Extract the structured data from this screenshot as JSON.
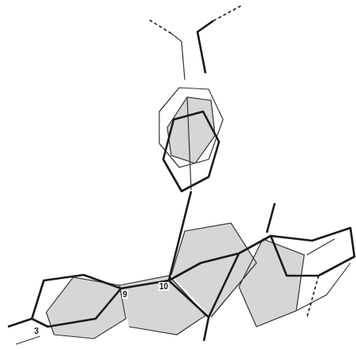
{
  "diagram": {
    "labels": [
      "10",
      "9",
      "3"
    ]
  }
}
